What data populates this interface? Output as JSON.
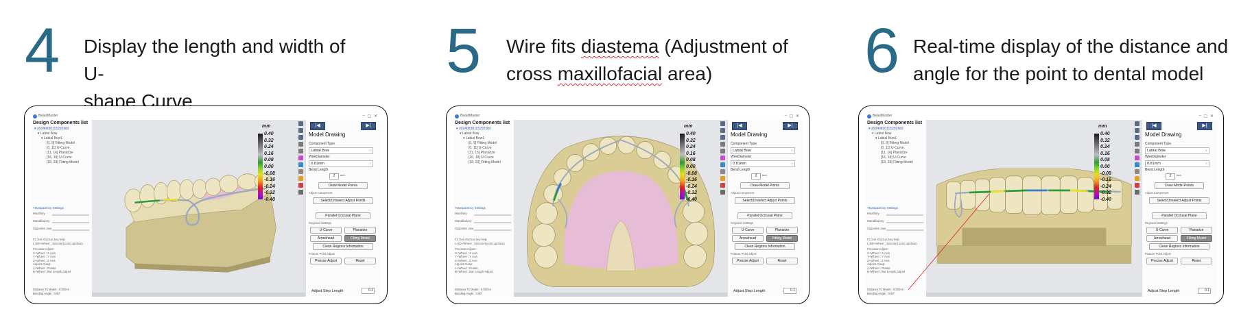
{
  "steps": [
    {
      "number": "4",
      "title_line1": "Display the length and width of U-",
      "title_line2": "shape Curve"
    },
    {
      "number": "5",
      "title_part1": "Wire fits ",
      "title_underlined1": "diastema",
      "title_part2": " (Adjustment of",
      "title_line2_part1": "cross ",
      "title_underlined2": "maxillofacial",
      "title_line2_part2": " area)"
    },
    {
      "number": "6",
      "title_line1": "Real-time display of the distance and",
      "title_line2": "angle for the point to dental model"
    }
  ],
  "app": {
    "window_title": "BeautMaster",
    "window_controls": [
      "–",
      "▢",
      "✕"
    ],
    "left_panel": {
      "header": "Design Components list",
      "tree": [
        "▾ 20240830115292582",
        "▾ Labial Bow",
        "▾ Labial Bow1",
        "[0, 9] Fitting Model",
        "[0, 11] U-Curve",
        "[11, 16] Planarize",
        "[16, 18] U-Curve",
        "[18, 23] Fitting Model"
      ],
      "transparency_header": "Transparency Settings",
      "transparency_rows": [
        "Maxillary",
        "Mandibulary",
        "Opposite Jaw"
      ],
      "hint_lines": [
        "F1 Get shortcut key help",
        "L-BD+Wheel : Selected point up/down",
        "",
        "PrecisionAdjust:",
        "X+Wheel : X Axis",
        "Y+Wheel : Y Axis",
        "Z+Wheel : Z Axis",
        "Adjoint Clasp:",
        "A+Wheel : Rotate",
        "B+Wheel : Bar Length Adjust"
      ],
      "distance_lines": [
        "Distance To Model : 0.00mm",
        "Bending Angle : 0.00°"
      ]
    },
    "scale": {
      "unit": "mm",
      "labels": [
        "0.40",
        "0.32",
        "0.24",
        "0.16",
        "0.08",
        "0.00",
        "-0.08",
        "-0.16",
        "-0.24",
        "-0.32",
        "-0.40"
      ]
    },
    "tool_icons": [
      "view-front-icon",
      "view-top-icon",
      "view-side-icon",
      "move-icon",
      "rotate-icon",
      "color-icon",
      "wire-icon",
      "gear-icon",
      "warning-icon",
      "measure-icon",
      "layer-icon"
    ],
    "right_panel": {
      "nav_prev": "|◀",
      "nav_next": "▶|",
      "title": "Model Drawing",
      "component_type_label": "Component Type",
      "component_type_value": "Labial Bow",
      "wire_diameter_label": "WireDiameter",
      "wire_diameter_value": "0.81mm",
      "bend_length_label": "Bend Length",
      "bend_length_value": "2",
      "bend_length_unit": "mm",
      "draw_model_points": "Draw Model Points",
      "adjust_component_label": "Adjust Component",
      "select_points": "Select/Unselect Adjust Points",
      "parallel_plane": "Parallel Occlusal Plane",
      "regional_settings_label": "Regional Settings",
      "u_curve": "U-Curve",
      "planarize": "Planarize",
      "arrowhead": "Arrowhead",
      "fitting_model": "Fitting Model",
      "clean_regions": "Clean Regions Information",
      "feature_point_label": "Feature Point Adjust",
      "precise_adjust": "Precise Adjust",
      "reset": "Reset",
      "adjust_step_label": "Adjust Step Length",
      "adjust_step_value": "0.1"
    }
  },
  "colors": {
    "accent_number": "#2b6a86",
    "nav_button": "#3d5a85",
    "model_beige": "#e6ddb4",
    "model_shadow": "#b9ad7a",
    "gum_pink": "#e6bcd6",
    "wire": "#9aa8c0",
    "measure_line": "#e02020"
  }
}
